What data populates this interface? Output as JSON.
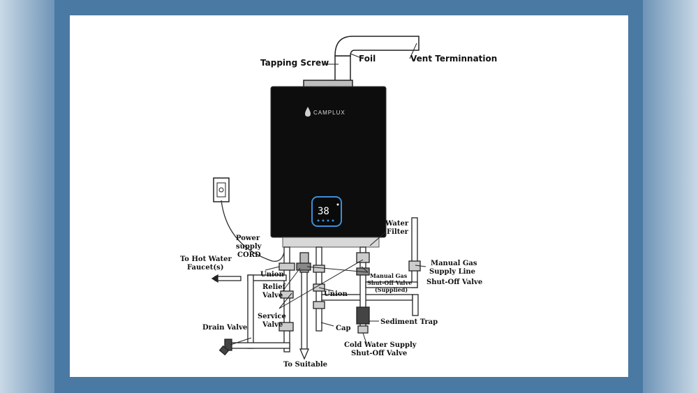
{
  "labels": {
    "tapping_screw": "Tapping Screw",
    "foil": "Foil",
    "vent_termination": "Vent Terminnation",
    "brand": "CAMPLUX",
    "display_temp": "38",
    "water_filter_1": "Water",
    "water_filter_2": "Filter",
    "power_1": "Power",
    "power_2": "supply",
    "power_3": "CORD",
    "hot_water_1": "To Hot Water",
    "hot_water_2": "Faucet(s)",
    "union_left": "Union",
    "relief_1": "Relief",
    "relief_2": "Valve",
    "manual_gas_shutoff_1": "Manual Gas",
    "manual_gas_shutoff_2": "Shut-Off Valve",
    "manual_gas_shutoff_3": "(Supplied)",
    "manual_gas_supply_1": "Manual Gas",
    "manual_gas_supply_2": "Supply Line",
    "manual_gas_supply_3": "Shut-Off Valve",
    "union_right": "Union",
    "service_1": "Service",
    "service_2": "Valve",
    "drain_valve": "Drain Valve",
    "cap": "Cap",
    "sediment_trap": "Sediment Trap",
    "cold_water_1": "Cold Water Supply",
    "cold_water_2": "Shut-Off Valve",
    "to_suitable": "To Suitable"
  },
  "colors": {
    "frame": "#4a79a3",
    "heater_body": "#0d0d0d",
    "display_ring": "#3a8fd8"
  }
}
